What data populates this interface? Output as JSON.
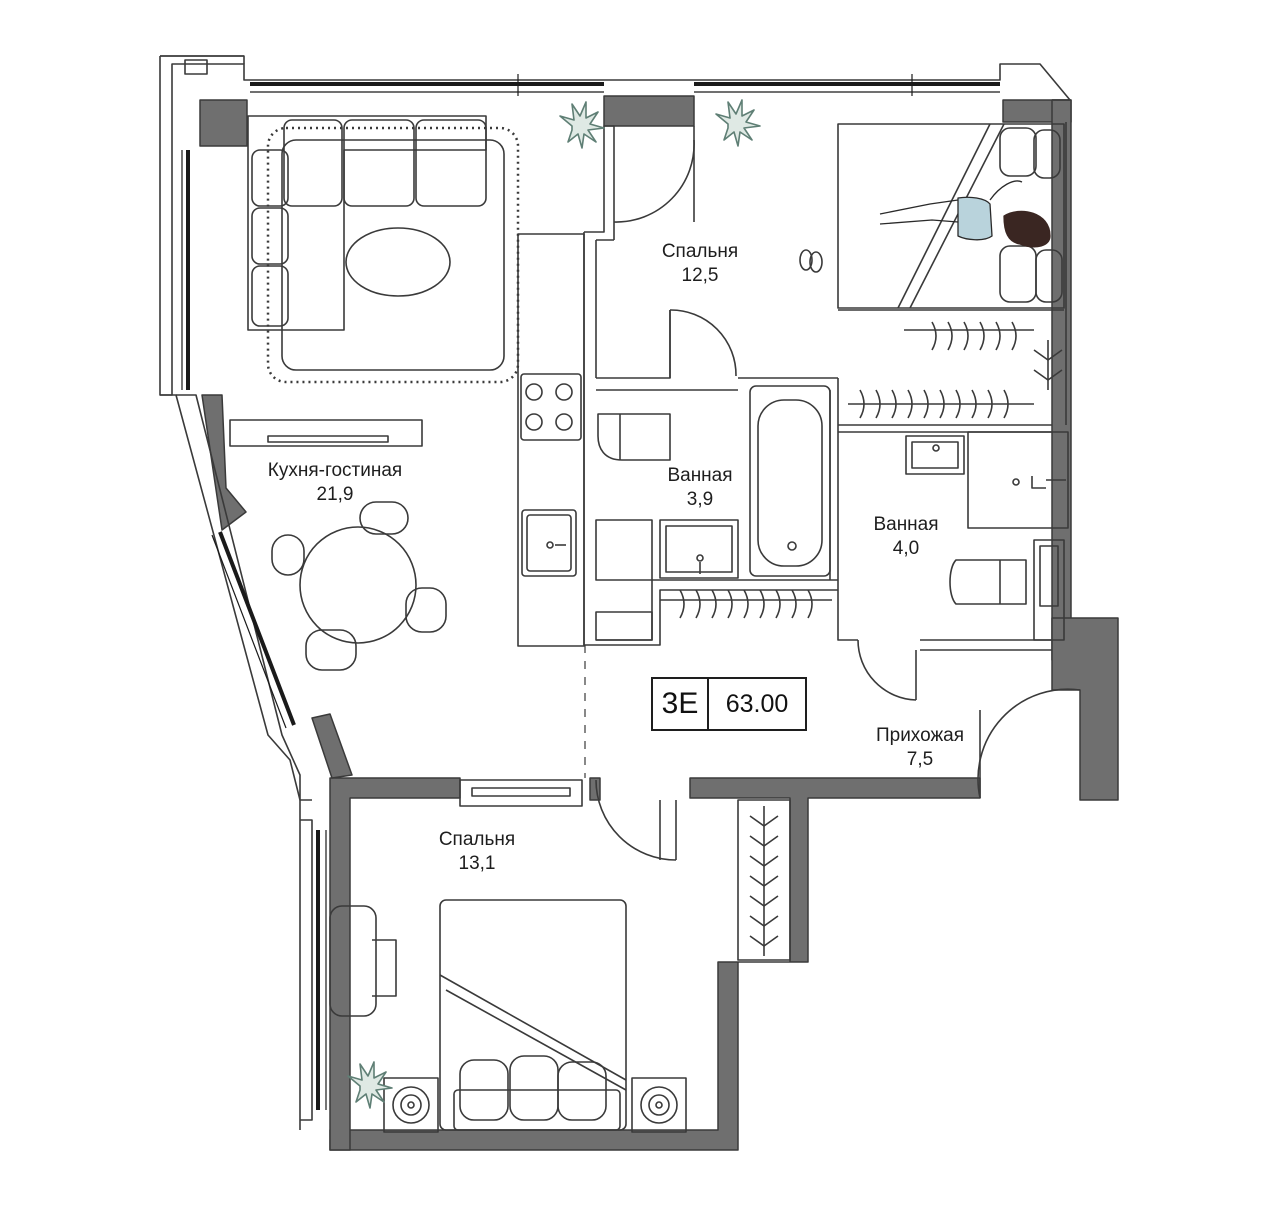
{
  "unit": {
    "code": "3E",
    "area": "63.00"
  },
  "rooms": [
    {
      "id": "kitchen-living",
      "name": "Кухня-гостиная",
      "area": "21,9"
    },
    {
      "id": "bedroom-1",
      "name": "Спальня",
      "area": "12,5"
    },
    {
      "id": "bathroom-1",
      "name": "Ванная",
      "area": "3,9"
    },
    {
      "id": "bathroom-2",
      "name": "Ванная",
      "area": "4,0"
    },
    {
      "id": "hallway",
      "name": "Прихожая",
      "area": "7,5"
    },
    {
      "id": "bedroom-2",
      "name": "Спальня",
      "area": "13,1"
    }
  ],
  "colors": {
    "wall": "#6f6f6f",
    "line": "#3a3a3a",
    "window": "#1a1a1a",
    "plant": "#5f7f75",
    "accent": "#b9d3dc"
  }
}
